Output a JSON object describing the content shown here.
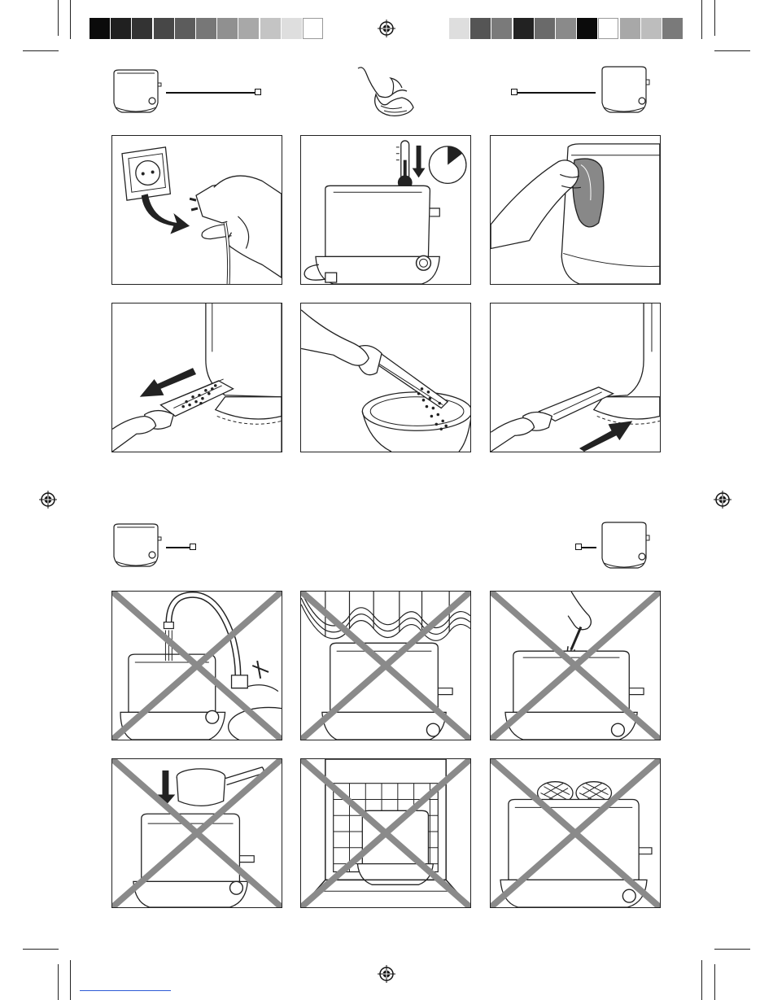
{
  "colors": {
    "line": "#222222",
    "cross": "#8a8a8a",
    "arrow": "#222222",
    "link_underline": "#2d5bd6"
  },
  "color_bar_left": [
    "#0b0b0b",
    "#202020",
    "#333333",
    "#474747",
    "#5c5c5c",
    "#777777",
    "#909090",
    "#a8a8a8",
    "#c4c4c4",
    "#dedede",
    "#ffffff"
  ],
  "color_bar_right": [
    "#dedede",
    "#555555",
    "#7a7a7a",
    "#222222",
    "#6a6a6a",
    "#8a8a8a",
    "#0b0b0b",
    "#ffffff",
    "#a8a8a8",
    "#bdbdbd",
    "#7a7a7a"
  ],
  "section_cleaning": {
    "header_icons": [
      "toaster-icon",
      "cloth-icon",
      "toaster-side-icon"
    ],
    "steps": [
      {
        "name": "unplug-step",
        "icon": "unplug-icon"
      },
      {
        "name": "cool-down-step",
        "icon": "thermometer-timer-icon"
      },
      {
        "name": "wipe-step",
        "icon": "wipe-cloth-icon"
      },
      {
        "name": "remove-crumb-tray-step",
        "icon": "crumb-tray-out-icon"
      },
      {
        "name": "empty-crumb-tray-step",
        "icon": "crumb-tray-empty-icon"
      },
      {
        "name": "insert-crumb-tray-step",
        "icon": "crumb-tray-in-icon"
      }
    ]
  },
  "section_warnings": {
    "header_icons": [
      "toaster-icon",
      "toaster-side-icon"
    ],
    "prohibited": [
      {
        "name": "no-water-warning",
        "icon": "water-tap-icon"
      },
      {
        "name": "no-curtains-warning",
        "icon": "curtain-icon"
      },
      {
        "name": "no-metal-utensils-warning",
        "icon": "fork-icon"
      },
      {
        "name": "no-objects-on-top-warning",
        "icon": "pan-icon"
      },
      {
        "name": "no-dishwasher-warning",
        "icon": "dishwasher-icon"
      },
      {
        "name": "no-bread-on-top-warning",
        "icon": "bread-icon"
      }
    ]
  }
}
